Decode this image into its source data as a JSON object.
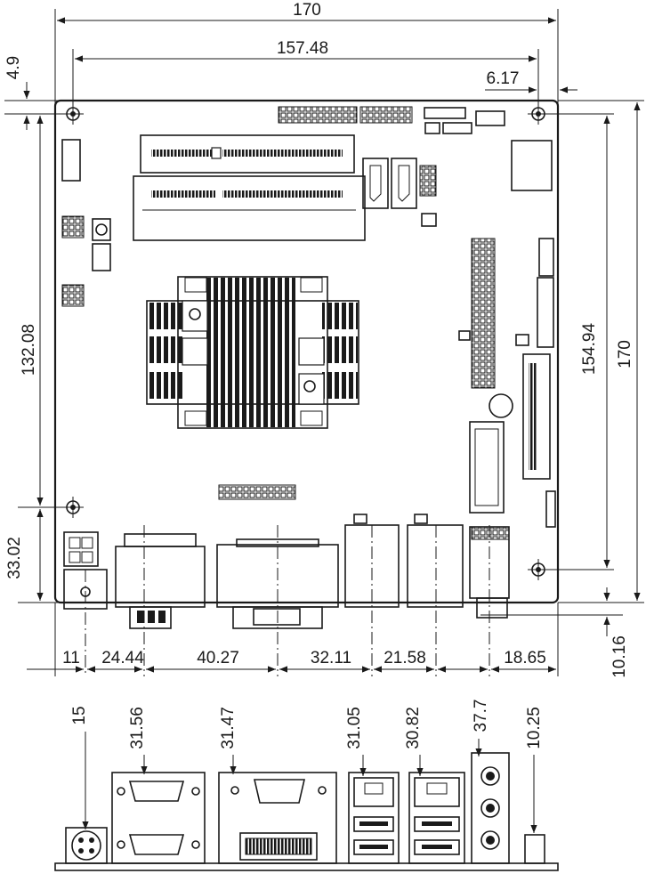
{
  "top_dimensions": {
    "board_width": "170",
    "hole_spacing": "157.48",
    "right_hole_offset": "6.17",
    "top_hole_offset": "4.9"
  },
  "side_dimensions": {
    "left_hole_spacing": "132.08",
    "bottom_hole_offset": "33.02",
    "right_hole_spacing": "154.94",
    "board_height": "170",
    "io_overhang": "10.16"
  },
  "bottom_dimensions": [
    "11",
    "24.44",
    "40.27",
    "32.11",
    "21.58",
    "18.65"
  ],
  "io_heights": [
    "15",
    "31.56",
    "31.47",
    "31.05",
    "30.82",
    "37.7",
    "10.25"
  ]
}
